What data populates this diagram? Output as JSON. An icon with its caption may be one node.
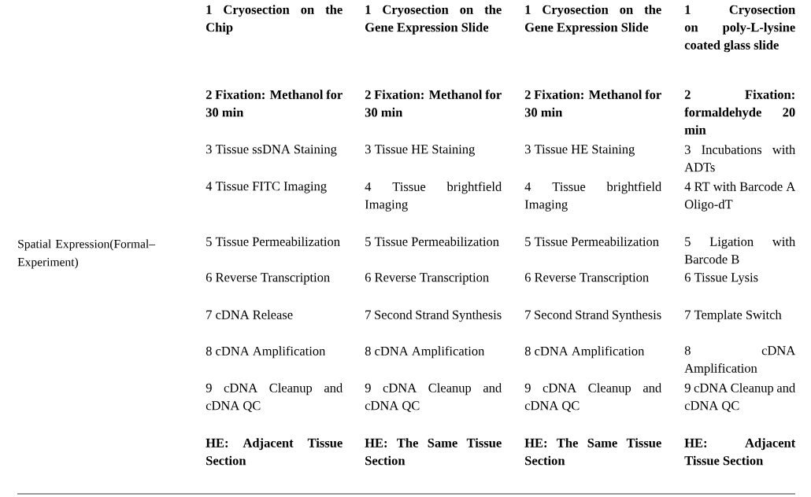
{
  "diagram": {
    "labels": [
      "Spatial Expression(Formal–Experiment)",
      "1 Cryosection on the Chip",
      "1 Cryosection on the Gene Expression Slide",
      "1 Cryosection on the Gene Expression Slide",
      "1 Cryosection on poly-L-lysine coated glass slide",
      "2 Fixation: Methanol for 30 min",
      "2 Fixation: Methanol for 30 min",
      "2 Fixation: Methanol for 30 min",
      "2 Fixation: formaldehyde 20 min",
      "3 Tissue ssDNA Staining",
      "3 Tissue HE Staining",
      "3 Tissue HE Staining",
      "3 Incubations with ADTs",
      "4 Tissue FITC Imaging",
      "4 Tissue brightfield Imaging",
      "4 Tissue brightfield Imaging",
      "4 RT with Barcode A Oligo-dT",
      "5 Tissue Permeabilization",
      "5 Tissue Permeabilization",
      "5 Tissue Permeabilization",
      "5 Ligation with Barcode B",
      "6 Reverse Transcription",
      "6 Reverse Transcription",
      "6 Reverse Transcription",
      "6 Tissue Lysis",
      "7 cDNA Release",
      "7 Second Strand Synthesis",
      "7 Second Strand Synthesis",
      "7 Template Switch",
      "8 cDNA Amplification",
      "8 cDNA Amplification",
      "8 cDNA Amplification",
      "8 cDNA Amplification",
      "9 cDNA Cleanup and cDNA QC",
      "9 cDNA Cleanup and cDNA QC",
      "9 cDNA Cleanup and cDNA QC",
      "9 cDNA Cleanup and cDNA QC",
      "HE: Adjacent Tissue Section",
      "HE: The Same Tissue Section",
      "HE: The Same Tissue Section",
      "HE: Adjacent Tissue Section"
    ]
  }
}
